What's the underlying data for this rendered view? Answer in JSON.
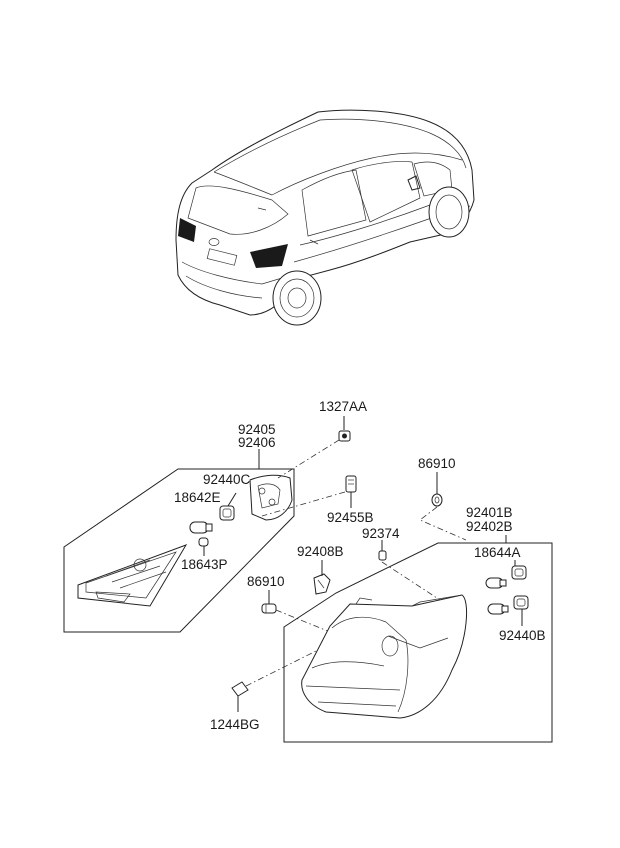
{
  "labels": {
    "l1327AA": "1327AA",
    "l92405": "92405",
    "l92406": "92406",
    "l92440C": "92440C",
    "l18642E": "18642E",
    "l18643P": "18643P",
    "l92455B": "92455B",
    "l86910a": "86910",
    "l92401B": "92401B",
    "l92402B": "92402B",
    "l92374": "92374",
    "l92408B": "92408B",
    "l18644A": "18644A",
    "l86910b": "86910",
    "l92440B": "92440B",
    "l1244BG": "1244BG"
  }
}
